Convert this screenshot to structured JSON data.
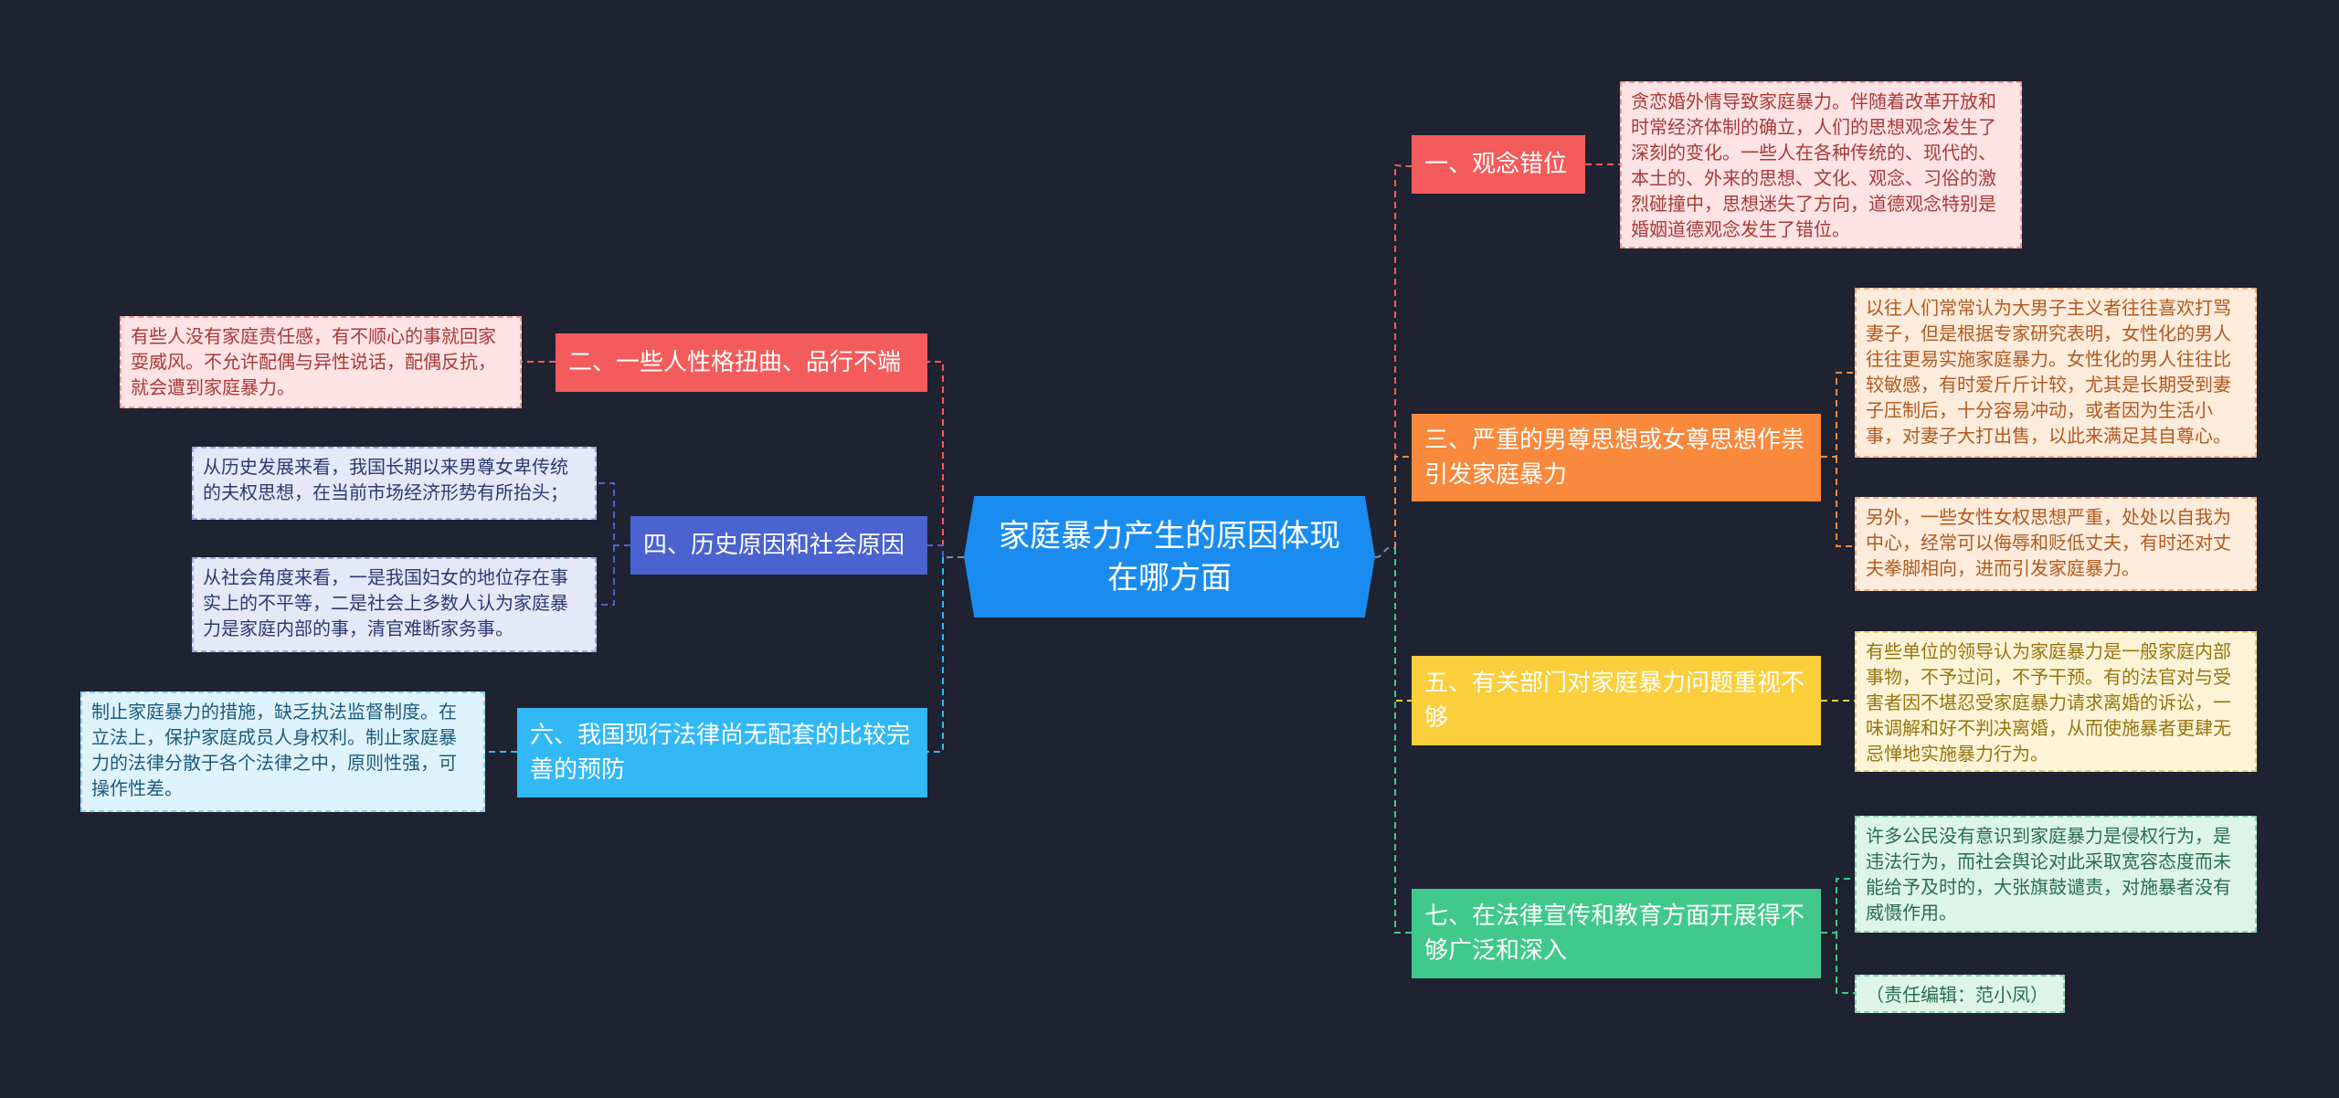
{
  "colors": {
    "background": "#1f2230",
    "center": "#1a8cef",
    "red": "#f45b5b",
    "orange": "#f8893d",
    "yellow": "#fbce3c",
    "green": "#41c98b",
    "indigo": "#4b63cf",
    "sky": "#33b8f6"
  },
  "center": {
    "title": "家庭暴力产生的原因体现在哪方面"
  },
  "branches": {
    "b1": {
      "label": "一、观念错位",
      "notes": [
        "贪恋婚外情导致家庭暴力。伴随着改革开放和时常经济体制的确立，人们的思想观念发生了深刻的变化。一些人在各种传统的、现代的、本土的、外来的思想、文化、观念、习俗的激烈碰撞中，思想迷失了方向，道德观念特别是婚姻道德观念发生了错位。"
      ]
    },
    "b2": {
      "label": "二、一些人性格扭曲、品行不端",
      "notes": [
        "有些人没有家庭责任感，有不顺心的事就回家耍威风。不允许配偶与异性说话，配偶反抗，就会遭到家庭暴力。"
      ]
    },
    "b3": {
      "label": "三、严重的男尊思想或女尊思想作祟引发家庭暴力",
      "notes": [
        "以往人们常常认为大男子主义者往往喜欢打骂妻子，但是根据专家研究表明，女性化的男人往往更易实施家庭暴力。女性化的男人往往比较敏感，有时爱斤斤计较，尤其是长期受到妻子压制后，十分容易冲动，或者因为生活小事，对妻子大打出售，以此来满足其自尊心。",
        "另外，一些女性女权思想严重，处处以自我为中心，经常可以侮辱和贬低丈夫，有时还对丈夫拳脚相向，进而引发家庭暴力。"
      ]
    },
    "b4": {
      "label": "四、历史原因和社会原因",
      "notes": [
        "从历史发展来看，我国长期以来男尊女卑传统的夫权思想，在当前市场经济形势有所抬头；",
        "从社会角度来看，一是我国妇女的地位存在事实上的不平等，二是社会上多数人认为家庭暴力是家庭内部的事，清官难断家务事。"
      ]
    },
    "b5": {
      "label": "五、有关部门对家庭暴力问题重视不够",
      "notes": [
        "有些单位的领导认为家庭暴力是一般家庭内部事物，不予过问，不予干预。有的法官对与受害者因不堪忍受家庭暴力请求离婚的诉讼，一味调解和好不判决离婚，从而使施暴者更肆无忌惮地实施暴力行为。"
      ]
    },
    "b6": {
      "label": "六、我国现行法律尚无配套的比较完善的预防",
      "notes": [
        "制止家庭暴力的措施，缺乏执法监督制度。在立法上，保护家庭成员人身权利。制止家庭暴力的法律分散于各个法律之中，原则性强，可操作性差。"
      ]
    },
    "b7": {
      "label": "七、在法律宣传和教育方面开展得不够广泛和深入",
      "notes": [
        "许多公民没有意识到家庭暴力是侵权行为，是违法行为，而社会舆论对此采取宽容态度而未能给予及时的，大张旗鼓谴责，对施暴者没有威慑作用。",
        "（责任编辑：范小凤）"
      ]
    }
  }
}
